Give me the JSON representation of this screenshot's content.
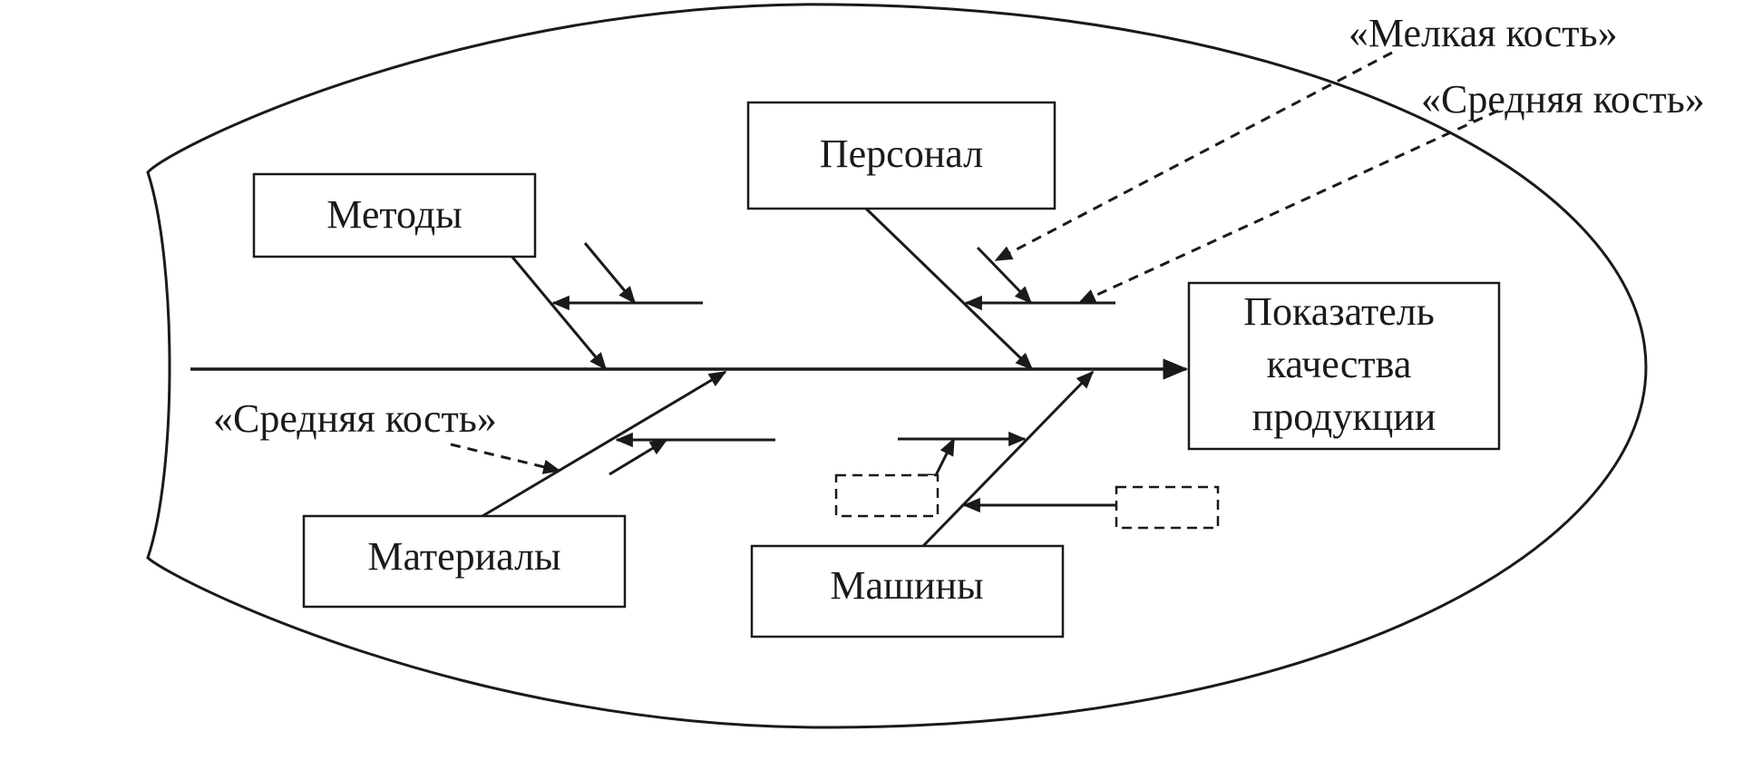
{
  "effect": {
    "lines": [
      "Показатель",
      "качества",
      "продукции"
    ]
  },
  "categories": {
    "methods": "Методы",
    "personnel": "Персонал",
    "materials": "Материалы",
    "machines": "Машины"
  },
  "annotations": {
    "small_bone": "«Мелкая кость»",
    "medium_bone_top": "«Средняя кость»",
    "medium_bone_left": "«Средняя кость»"
  }
}
